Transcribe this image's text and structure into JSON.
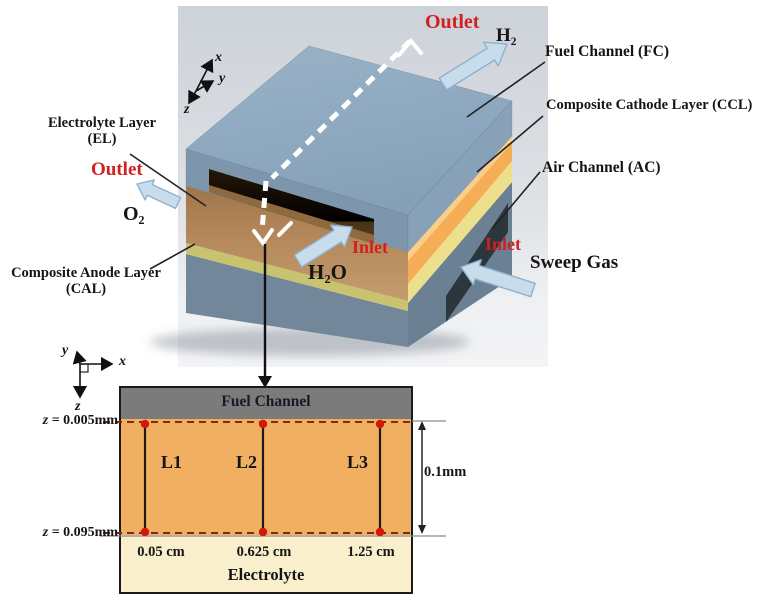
{
  "palette": {
    "red_label": "#d21f1f",
    "arrow_fill": "#c8dcec",
    "arrow_stroke": "#8fb2cd",
    "ccl_orange": "#f5ae55",
    "cal_yellow": "#c9c36f",
    "schematic_orange": "#f1af62",
    "schematic_cream": "#f9efcc",
    "fuel_channel_gray": "#7b7b7b",
    "dot_red": "#d2190b",
    "dash_maroon": "#7e2c10"
  },
  "figure3d": {
    "axes": {
      "x": "x",
      "y": "y",
      "z": "z"
    },
    "labels": {
      "electrolyte_layer_line1": "Electrolyte Layer",
      "electrolyte_layer_line2": "(EL)",
      "outlet_left": "Outlet",
      "o2": "O₂",
      "anode_layer_line1": "Composite Anode Layer",
      "anode_layer_line2": "(CAL)",
      "fuel_channel": "Fuel Channel (FC)",
      "cathode_layer": "Composite  Cathode Layer (CCL)",
      "air_channel": "Air Channel (AC)",
      "h2": "H₂",
      "outlet_top": "Outlet",
      "inlet_center": "Inlet",
      "h2o": "H₂O",
      "inlet_right": "Inlet",
      "sweep_gas": "Sweep Gas"
    }
  },
  "schematic": {
    "axes": {
      "x": "x",
      "y": "y",
      "z": "z"
    },
    "fuel_channel": "Fuel Channel",
    "electrolyte": "Electrolyte",
    "z_top": "z = 0.005mm",
    "z_bottom": "z = 0.095mm",
    "thickness": "0.1mm",
    "lines": [
      {
        "name": "L1",
        "position": "0.05 cm"
      },
      {
        "name": "L2",
        "position": "0.625 cm"
      },
      {
        "name": "L3",
        "position": "1.25 cm"
      }
    ]
  }
}
